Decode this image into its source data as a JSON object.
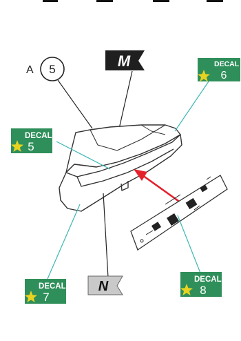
{
  "part_callout": {
    "assembly_letter": "A",
    "part_number": "5"
  },
  "flags": {
    "top": "M",
    "bottom": "N"
  },
  "decals": [
    {
      "word": "DECAL",
      "number": "6"
    },
    {
      "word": "DECAL",
      "number": "5"
    },
    {
      "word": "DECAL",
      "number": "7"
    },
    {
      "word": "DECAL",
      "number": "8"
    }
  ],
  "colors": {
    "decal_green": "#2f8f5a",
    "decal_star": "#e8d320",
    "leader_teal": "#3ab7b3",
    "arrow_red": "#e4202b",
    "flag_black": "#1f1f1f",
    "flag_grey": "#c9c9c9"
  },
  "header_marks": [
    "dash",
    "dash",
    "dash",
    "dash"
  ]
}
